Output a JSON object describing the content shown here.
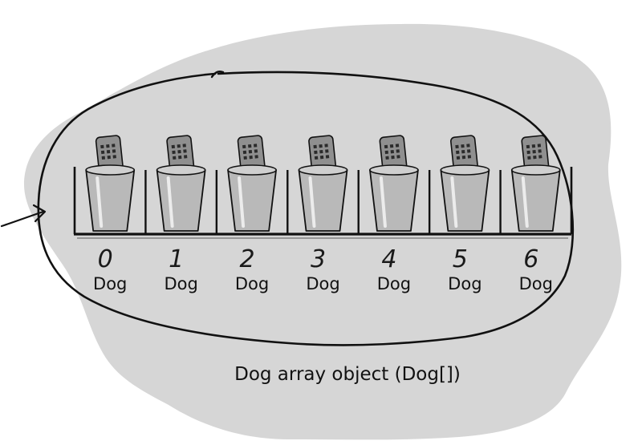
{
  "diagram": {
    "cells": [
      {
        "index": "0",
        "type": "Dog"
      },
      {
        "index": "1",
        "type": "Dog"
      },
      {
        "index": "2",
        "type": "Dog"
      },
      {
        "index": "3",
        "type": "Dog"
      },
      {
        "index": "4",
        "type": "Dog"
      },
      {
        "index": "5",
        "type": "Dog"
      },
      {
        "index": "6",
        "type": "Dog"
      }
    ],
    "caption": "Dog array object (Dog[])"
  },
  "colors": {
    "blob": "#d6d6d6",
    "ink": "#111111",
    "cup": "#b9b9b9",
    "remote": "#8f8f8f"
  },
  "icons": {
    "cup": "cup-icon",
    "remote": "remote-control-icon",
    "arrow": "arrow-icon"
  }
}
